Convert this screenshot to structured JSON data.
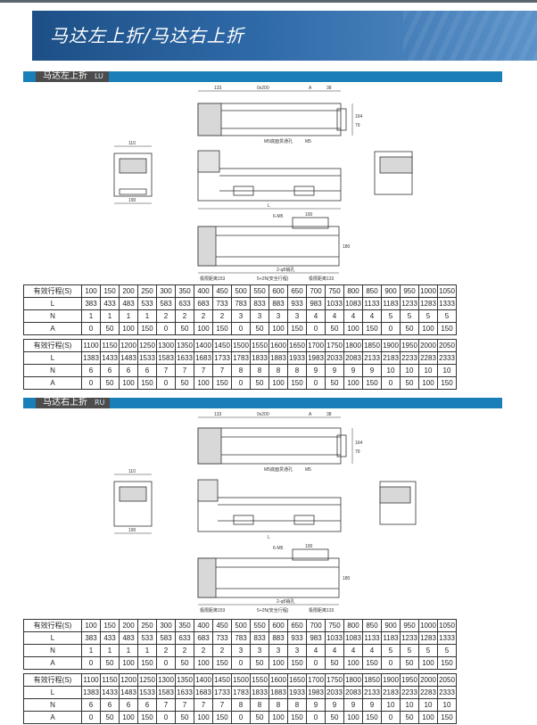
{
  "header": {
    "title": "马达左上折/马达右上折"
  },
  "sections": [
    {
      "label": "马达左上折",
      "code": "LU",
      "drawing": {
        "dims_top": [
          "133",
          "0x200",
          "A",
          "38"
        ],
        "side_right": [
          "164",
          "79"
        ],
        "callouts": [
          "M5底面贯通孔",
          "M5"
        ],
        "end_left": [
          "110",
          "190"
        ],
        "bottom_labels": [
          "6-M5",
          "100",
          "180",
          "L"
        ],
        "bottom_notes": [
          "极限距离153",
          "5+2N(安全行程)",
          "2-φ5销孔",
          "极限距离133"
        ]
      },
      "tables": [
        {
          "rows": [
            {
              "label": "有效行程(S)",
              "values": [
                "100",
                "150",
                "200",
                "250",
                "300",
                "350",
                "400",
                "450",
                "500",
                "550",
                "600",
                "650",
                "700",
                "750",
                "800",
                "850",
                "900",
                "950",
                "1000",
                "1050"
              ]
            },
            {
              "label": "L",
              "values": [
                "383",
                "433",
                "483",
                "533",
                "583",
                "633",
                "683",
                "733",
                "783",
                "833",
                "883",
                "933",
                "983",
                "1033",
                "1083",
                "1133",
                "1183",
                "1233",
                "1283",
                "1333"
              ]
            },
            {
              "label": "N",
              "values": [
                "1",
                "1",
                "1",
                "1",
                "2",
                "2",
                "2",
                "2",
                "3",
                "3",
                "3",
                "3",
                "4",
                "4",
                "4",
                "4",
                "5",
                "5",
                "5",
                "5"
              ]
            },
            {
              "label": "A",
              "values": [
                "0",
                "50",
                "100",
                "150",
                "0",
                "50",
                "100",
                "150",
                "0",
                "50",
                "100",
                "150",
                "0",
                "50",
                "100",
                "150",
                "0",
                "50",
                "100",
                "150"
              ]
            }
          ]
        },
        {
          "rows": [
            {
              "label": "有效行程(S)",
              "values": [
                "1100",
                "1150",
                "1200",
                "1250",
                "1300",
                "1350",
                "1400",
                "1450",
                "1500",
                "1550",
                "1600",
                "1650",
                "1700",
                "1750",
                "1800",
                "1850",
                "1900",
                "1950",
                "2000",
                "2050"
              ]
            },
            {
              "label": "L",
              "values": [
                "1383",
                "1433",
                "1483",
                "1533",
                "1583",
                "1633",
                "1683",
                "1733",
                "1783",
                "1833",
                "1883",
                "1933",
                "1983",
                "2033",
                "2083",
                "2133",
                "2183",
                "2233",
                "2283",
                "2333"
              ]
            },
            {
              "label": "N",
              "values": [
                "6",
                "6",
                "6",
                "6",
                "7",
                "7",
                "7",
                "7",
                "8",
                "8",
                "8",
                "8",
                "9",
                "9",
                "9",
                "9",
                "10",
                "10",
                "10",
                "10"
              ]
            },
            {
              "label": "A",
              "values": [
                "0",
                "50",
                "100",
                "150",
                "0",
                "50",
                "100",
                "150",
                "0",
                "50",
                "100",
                "150",
                "0",
                "50",
                "100",
                "150",
                "0",
                "50",
                "100",
                "150"
              ]
            }
          ]
        }
      ]
    },
    {
      "label": "马达右上折",
      "code": "RU",
      "drawing": {
        "dims_top": [
          "133",
          "0x200",
          "A",
          "38"
        ],
        "side_right": [
          "164",
          "79"
        ],
        "callouts": [
          "M5底面贯通孔",
          "M5"
        ],
        "end_left": [
          "110",
          "190"
        ],
        "bottom_labels": [
          "6-M5",
          "100",
          "180",
          "L"
        ],
        "bottom_notes": [
          "极限距离153",
          "5+2N(安全行程)",
          "2-φ5销孔",
          "极限距离133"
        ]
      },
      "tables": [
        {
          "rows": [
            {
              "label": "有效行程(S)",
              "values": [
                "100",
                "150",
                "200",
                "250",
                "300",
                "350",
                "400",
                "450",
                "500",
                "550",
                "600",
                "650",
                "700",
                "750",
                "800",
                "850",
                "900",
                "950",
                "1000",
                "1050"
              ]
            },
            {
              "label": "L",
              "values": [
                "383",
                "433",
                "483",
                "533",
                "583",
                "633",
                "683",
                "733",
                "783",
                "833",
                "883",
                "933",
                "983",
                "1033",
                "1083",
                "1133",
                "1183",
                "1233",
                "1283",
                "1333"
              ]
            },
            {
              "label": "N",
              "values": [
                "1",
                "1",
                "1",
                "1",
                "2",
                "2",
                "2",
                "2",
                "3",
                "3",
                "3",
                "3",
                "4",
                "4",
                "4",
                "4",
                "5",
                "5",
                "5",
                "5"
              ]
            },
            {
              "label": "A",
              "values": [
                "0",
                "50",
                "100",
                "150",
                "0",
                "50",
                "100",
                "150",
                "0",
                "50",
                "100",
                "150",
                "0",
                "50",
                "100",
                "150",
                "0",
                "50",
                "100",
                "150"
              ]
            }
          ]
        },
        {
          "rows": [
            {
              "label": "有效行程(S)",
              "values": [
                "1100",
                "1150",
                "1200",
                "1250",
                "1300",
                "1350",
                "1400",
                "1450",
                "1500",
                "1550",
                "1600",
                "1650",
                "1700",
                "1750",
                "1800",
                "1850",
                "1900",
                "1950",
                "2000",
                "2050"
              ]
            },
            {
              "label": "L",
              "values": [
                "1383",
                "1433",
                "1483",
                "1533",
                "1583",
                "1633",
                "1683",
                "1733",
                "1783",
                "1833",
                "1883",
                "1933",
                "1983",
                "2033",
                "2083",
                "2133",
                "2183",
                "2233",
                "2283",
                "2333"
              ]
            },
            {
              "label": "N",
              "values": [
                "6",
                "6",
                "6",
                "6",
                "7",
                "7",
                "7",
                "7",
                "8",
                "8",
                "8",
                "8",
                "9",
                "9",
                "9",
                "9",
                "10",
                "10",
                "10",
                "10"
              ]
            },
            {
              "label": "A",
              "values": [
                "0",
                "50",
                "100",
                "150",
                "0",
                "50",
                "100",
                "150",
                "0",
                "50",
                "100",
                "150",
                "0",
                "50",
                "100",
                "150",
                "0",
                "50",
                "100",
                "150"
              ]
            }
          ]
        }
      ]
    }
  ]
}
